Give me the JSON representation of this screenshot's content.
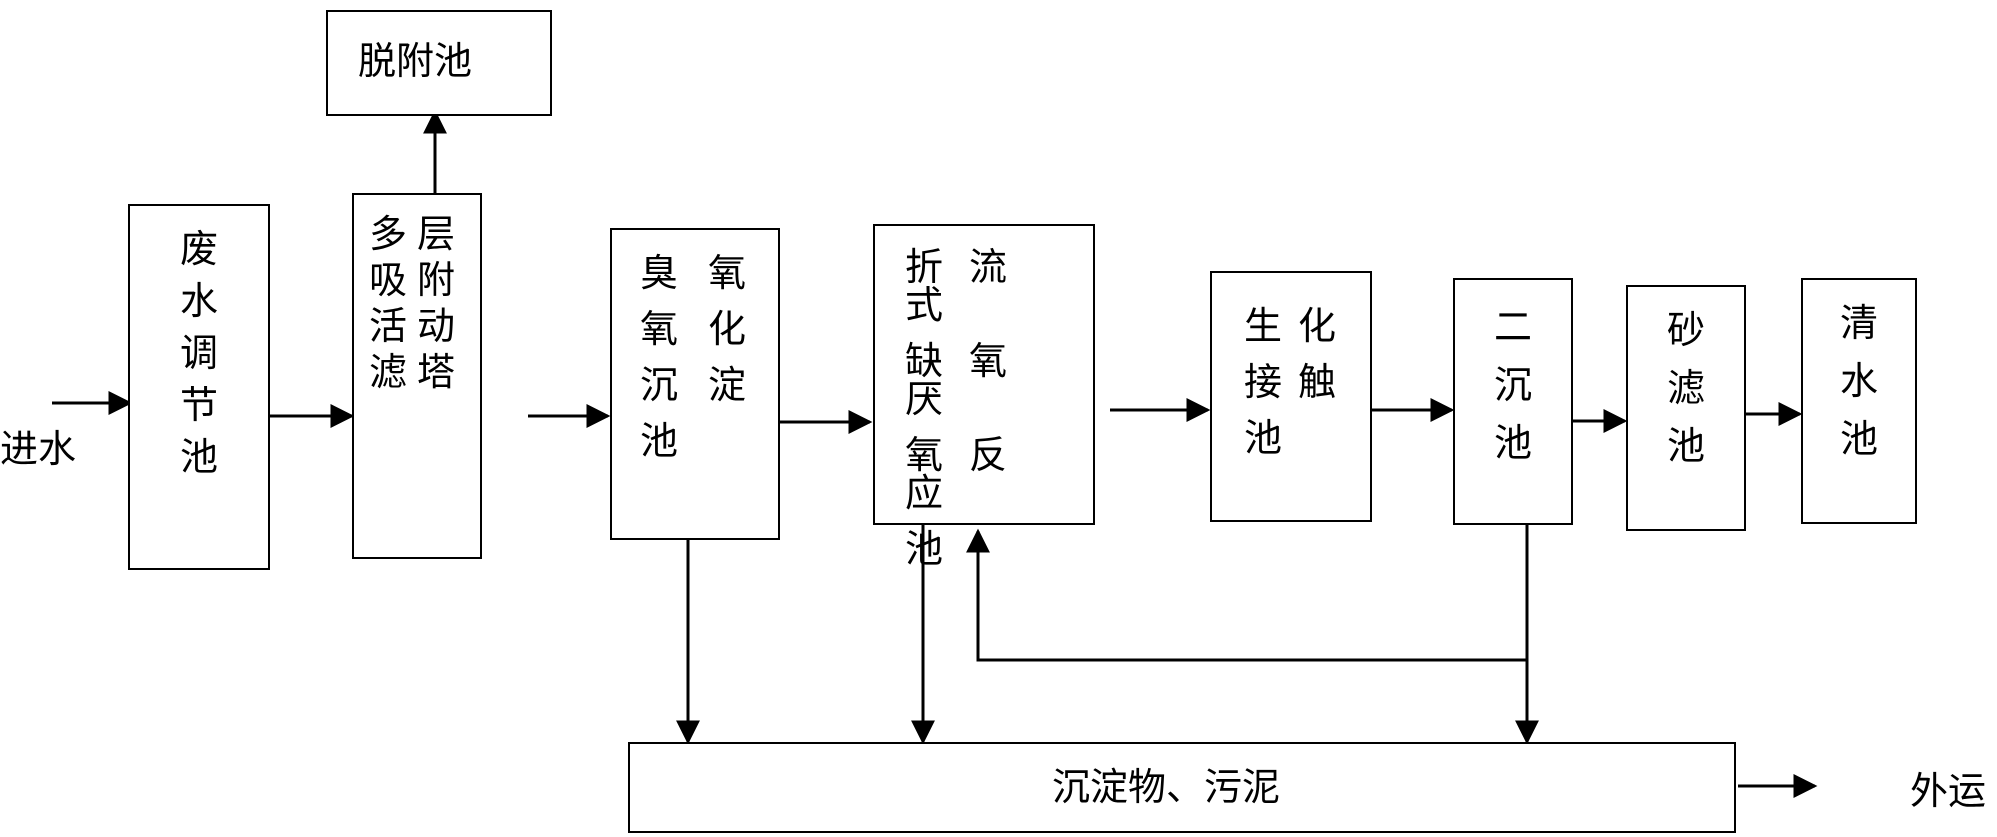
{
  "diagram": {
    "inlet_label": "进水",
    "outlet_label": "外运",
    "desorption_tank": "脱附池",
    "sludge_box": "沉淀物、污泥",
    "boxes": [
      {
        "id": "regulating-tank",
        "lines": [
          "废",
          "水",
          "调",
          "节",
          "池"
        ]
      },
      {
        "id": "activated-filter-tower",
        "lines": [
          "多层",
          "吸附",
          "活动",
          "滤塔"
        ]
      },
      {
        "id": "ozone-sedimentation-tank",
        "lines": [
          "臭氧",
          "氧化",
          "沉淀",
          "池"
        ]
      },
      {
        "id": "baffled-anaerobic-tank",
        "lines": [
          "折流式",
          "缺氧厌",
          "氧反应",
          "池"
        ]
      },
      {
        "id": "bio-contact-tank",
        "lines": [
          "生化",
          "接触",
          "池"
        ]
      },
      {
        "id": "secondary-settling-tank",
        "lines": [
          "二",
          "沉",
          "池"
        ]
      },
      {
        "id": "sand-filter-tank",
        "lines": [
          "砂",
          "滤",
          "池"
        ]
      },
      {
        "id": "clear-water-tank",
        "lines": [
          "清",
          "水",
          "池"
        ]
      }
    ]
  }
}
